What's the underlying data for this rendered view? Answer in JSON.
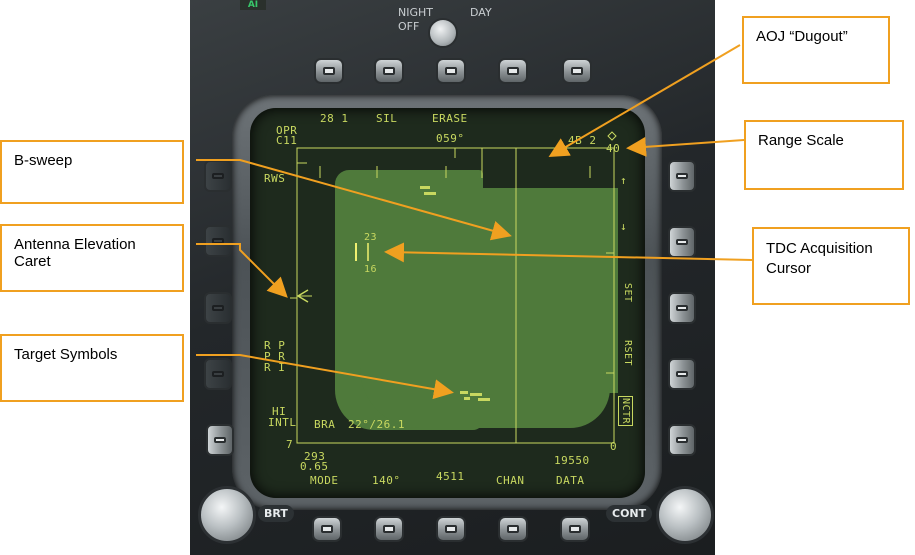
{
  "panel": {
    "indicator": "AI",
    "night_switch_label": "NIGHT",
    "day_label": "DAY",
    "off_label": "OFF"
  },
  "display": {
    "top_options": [
      "28 1",
      "SIL",
      "ERASE"
    ],
    "mode_top_line": "OPR",
    "mode_second_line": "C11",
    "heading": "059°",
    "range_scale": "40",
    "range_bottom": "0",
    "rws": "RWS",
    "bar_count": "4B 2",
    "caret_upper": "23",
    "caret_lower": "16",
    "prf_label": "HI",
    "intl_label": "INTL",
    "bra_label": "BRA",
    "bra_value": "22°/26.1",
    "left_low": "7",
    "alt_upper": "293",
    "alt_lower": "0.65",
    "alt_right": "19550",
    "bottom_options": [
      "MODE",
      "140°",
      "4511",
      "CHAN",
      "DATA"
    ],
    "rpr_letters": "R P\nP R\nR I",
    "rhs_up_arrow": "↑",
    "rhs_down_arrow": "↓",
    "rhs_set": "SET",
    "rhs_rset": "RSET",
    "rhs_nctr": "NCTR"
  },
  "controls": {
    "brt_label": "BRT",
    "cont_label": "CONT"
  },
  "callouts": {
    "aoj": "AOJ “Dugout”",
    "range_scale": "Range Scale",
    "b_sweep": "B-sweep",
    "elevation_caret": "Antenna Elevation Caret",
    "tdc_cursor": "TDC Acquisition Cursor",
    "target_symbols": "Target Symbols"
  },
  "colors": {
    "display_green": "#c8d860",
    "radar_fill": "#4f7a3b",
    "callout_orange": "#f0a020"
  }
}
